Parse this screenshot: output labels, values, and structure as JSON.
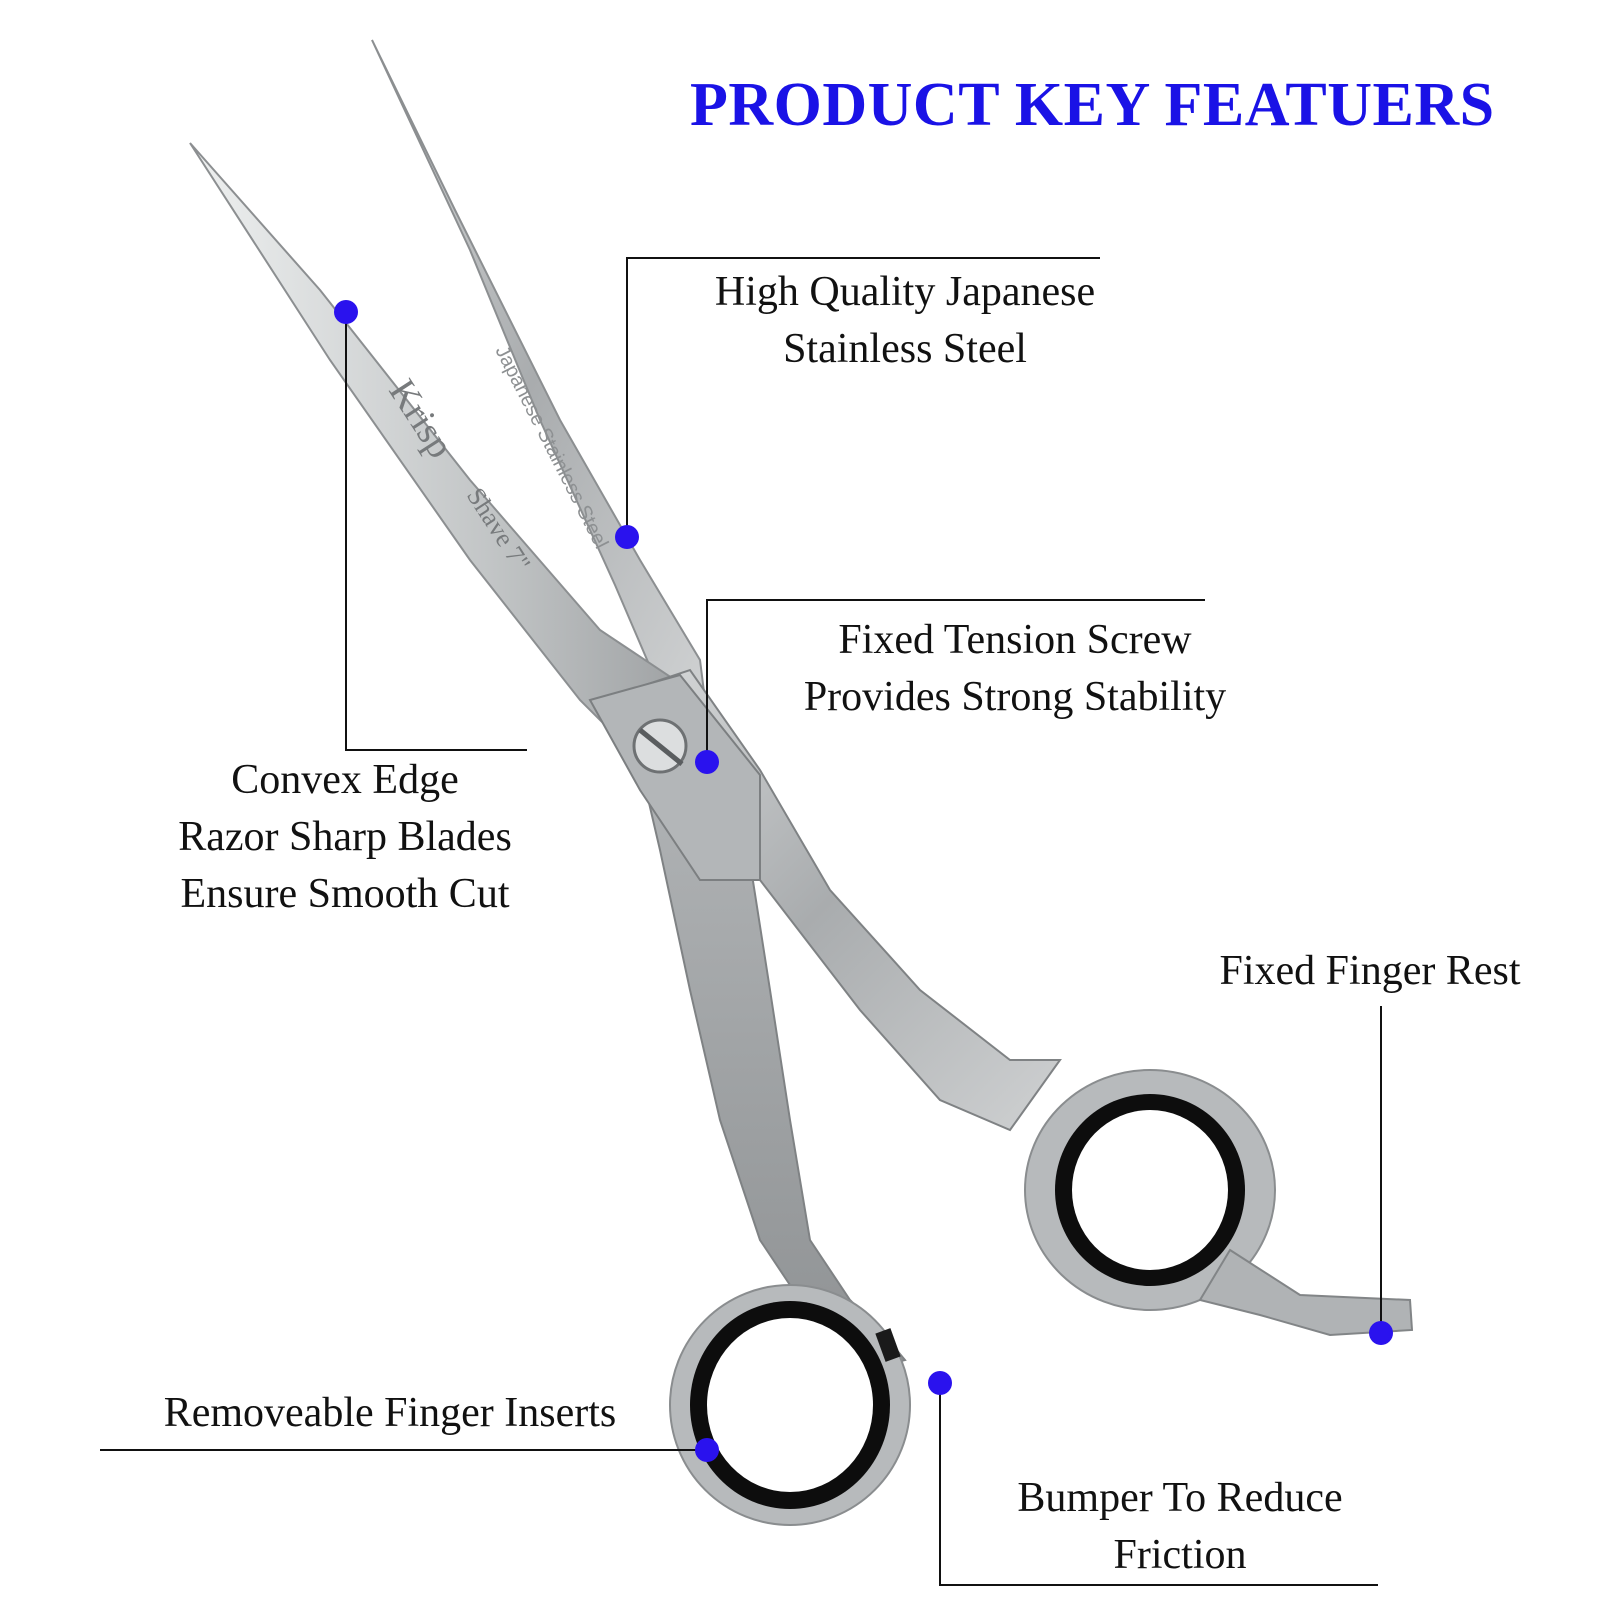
{
  "title": "PRODUCT KEY FEATUERS",
  "colors": {
    "title": "#1a12e6",
    "dot": "#2a12ee",
    "steel": "#b9bcbe",
    "ring": "#0d0d0d"
  },
  "engraving": {
    "brand": "Krisp",
    "model": "Shave 7\"",
    "material": "Japanese Stainless Steel"
  },
  "features": [
    {
      "id": "steel",
      "lines": [
        "High Quality Japanese",
        "Stainless Steel"
      ]
    },
    {
      "id": "screw",
      "lines": [
        "Fixed Tension Screw",
        "Provides Strong Stability"
      ]
    },
    {
      "id": "edge",
      "lines": [
        "Convex Edge",
        "Razor Sharp Blades",
        "Ensure Smooth Cut"
      ]
    },
    {
      "id": "rest",
      "lines": [
        "Fixed Finger Rest"
      ]
    },
    {
      "id": "inserts",
      "lines": [
        "Removeable Finger Inserts"
      ]
    },
    {
      "id": "bumper",
      "lines": [
        "Bumper To Reduce",
        "Friction"
      ]
    }
  ]
}
